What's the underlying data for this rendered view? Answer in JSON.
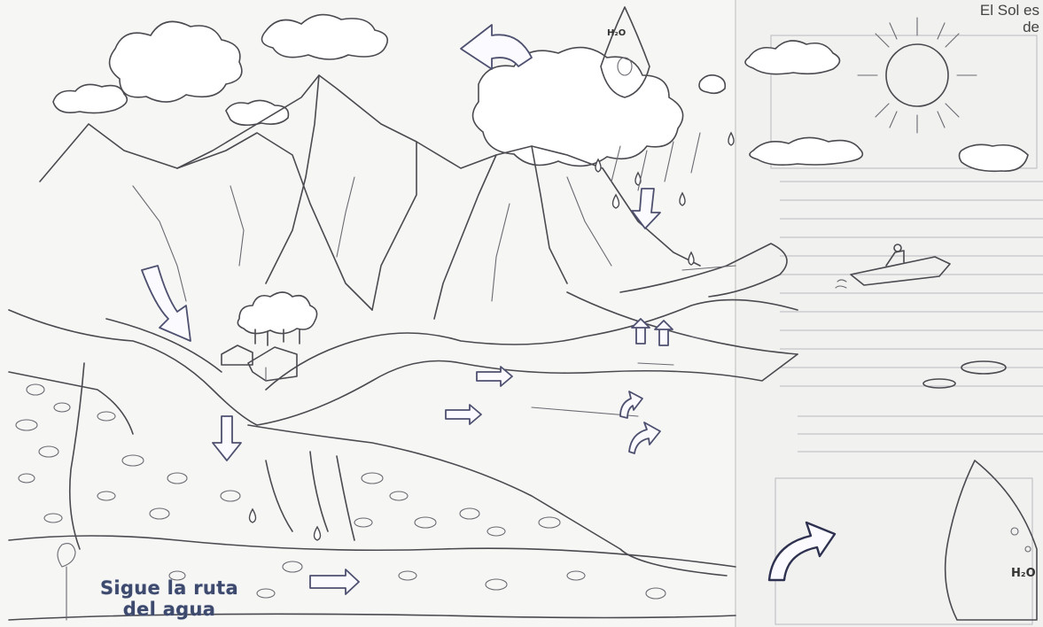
{
  "corner_text": {
    "line1": "El Sol es",
    "line2": "de"
  },
  "caption": {
    "line1": "Sigue la ruta",
    "line2": "del agua"
  },
  "h2o_badge": "H₂O",
  "h2o_badge_right": "H₂O",
  "colors": {
    "ink": "#4a4a50",
    "arrow_stroke": "#4e5070",
    "caption": "#3d4a6e",
    "paper": "#f6f6f4"
  },
  "icons": [
    "sun-icon",
    "cloud-icon",
    "raindrop-icon",
    "flow-arrow-icon",
    "boat-icon",
    "house-icon",
    "tree-icon",
    "water-drop-character-icon"
  ]
}
